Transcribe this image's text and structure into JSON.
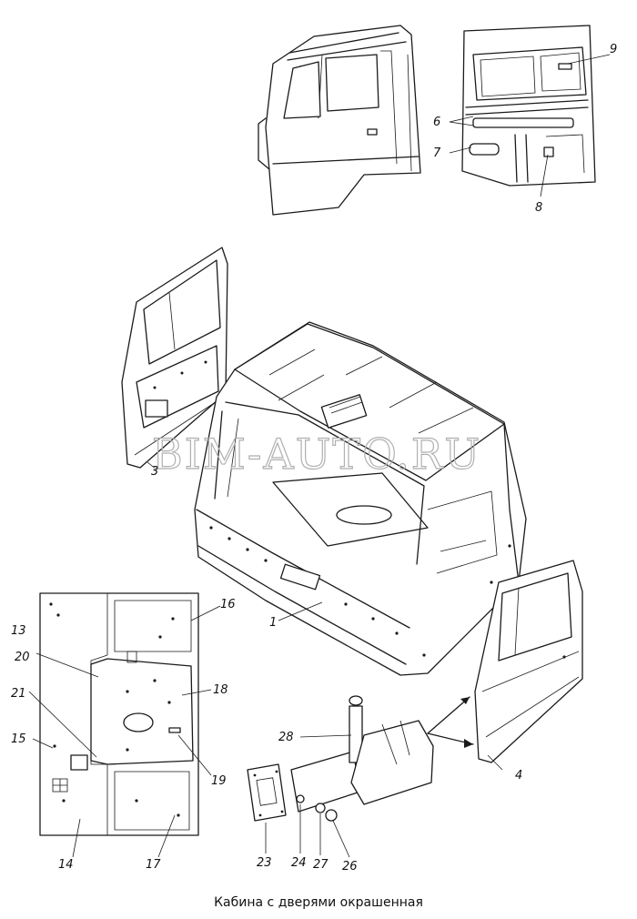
{
  "caption": "Кабина с дверями окрашенная",
  "watermark": "BIM-AUTO.RU",
  "callouts": {
    "c1": "1",
    "c3": "3",
    "c4": "4",
    "c6": "6",
    "c7": "7",
    "c8": "8",
    "c9": "9",
    "c13": "13",
    "c14": "14",
    "c15": "15",
    "c16": "16",
    "c17": "17",
    "c18": "18",
    "c19": "19",
    "c20": "20",
    "c21": "21",
    "c23": "23",
    "c24": "24",
    "c26": "26",
    "c27": "27",
    "c28": "28"
  }
}
